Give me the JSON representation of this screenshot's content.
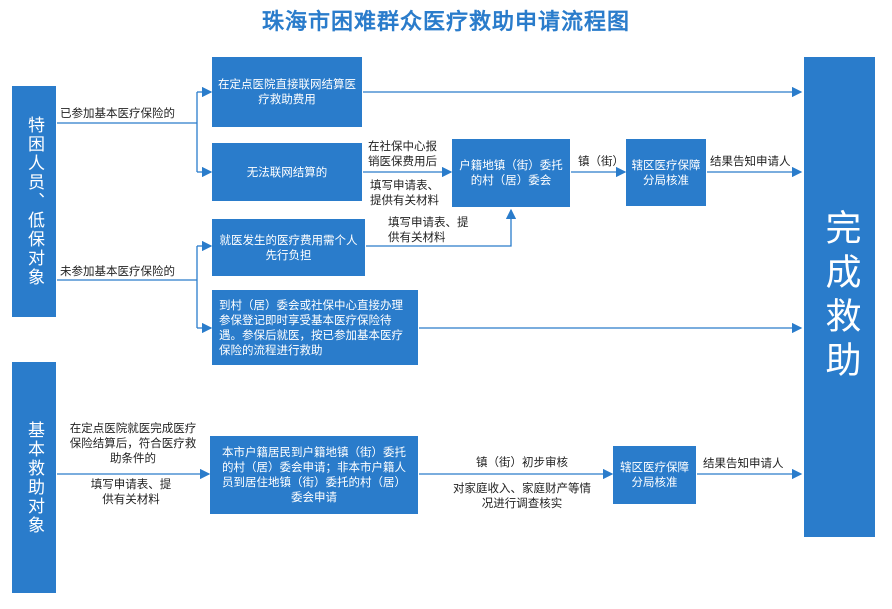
{
  "title": "珠海市困难群众医疗救助申请流程图",
  "groups": {
    "special": "特困人员、低保对象",
    "basic": "基本救助对象"
  },
  "boxes": {
    "direct_settle": "在定点医院直接联网结算医疗救助费用",
    "no_network": "无法联网结算的",
    "household_committee": "户籍地镇（街）委托的村（居）委会",
    "district_bureau_1": "辖区医疗保障分局核准",
    "self_pay": "就医发生的医疗费用需个人先行负担",
    "enroll": "到村（居）委会或社保中心直接办理参保登记即时享受基本医疗保险待遇。参保后就医，按已参加基本医疗保险的流程进行救助",
    "resident_apply": "本市户籍居民到户籍地镇（街）委托的村（居）委会申请；非本市户籍人员到居住地镇（街）委托的村（居）委会申请",
    "district_bureau_2": "辖区医疗保障分局核准",
    "complete": "完成救助"
  },
  "labels": {
    "insured": "已参加基本医疗保险的",
    "uninsured": "未参加基本医疗保险的",
    "social_center": "在社保中心报销医保费用后",
    "fill_form_1": "填写申请表、提供有关材料",
    "fill_form_2": "填写申请表、提供有关材料",
    "town_1": "镇（街）",
    "notify_1": "结果告知申请人",
    "basic_condition": "在定点医院就医完成医疗保险结算后，符合医疗救助条件的",
    "fill_form_3": "填写申请表、提供有关材料",
    "town_review": "镇（街）初步审核",
    "investigate": "对家庭收入、家庭财产等情况进行调查核实",
    "notify_2": "结果告知申请人"
  },
  "colors": {
    "accent": "#2a7ccb",
    "line": "#2a7ccb"
  }
}
